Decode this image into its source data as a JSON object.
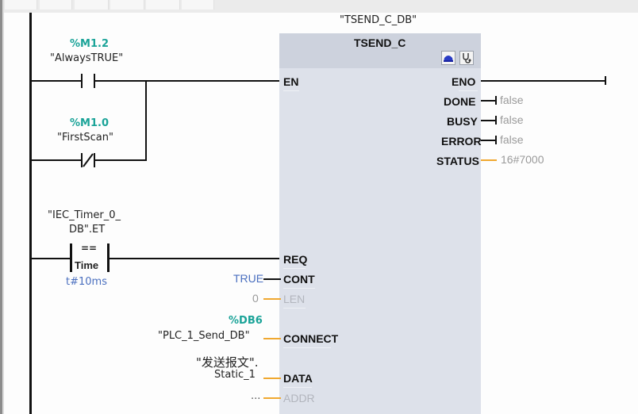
{
  "editor": {
    "toolbar_tabs": [
      "",
      "",
      "",
      "",
      "",
      ""
    ]
  },
  "network": {
    "contact_always_true": {
      "address": "%M1.2",
      "symbol": "\"AlwaysTRUE\"",
      "type": "normally-open"
    },
    "contact_first_scan": {
      "address": "%M1.0",
      "symbol": "\"FirstScan\"",
      "type": "normally-closed"
    },
    "comparator": {
      "operand1_line1": "\"IEC_Timer_0_",
      "operand1_line2": "DB\".ET",
      "operator": "==",
      "datatype": "Time",
      "operand2": "t#10ms"
    },
    "block": {
      "instance_db": "\"TSEND_C_DB\"",
      "name": "TSEND_C",
      "inputs": [
        {
          "pin": "EN",
          "value": ""
        },
        {
          "pin": "REQ",
          "value": ""
        },
        {
          "pin": "CONT",
          "value": "TRUE"
        },
        {
          "pin": "LEN",
          "value": "0"
        },
        {
          "pin": "CONNECT",
          "address": "%DB6",
          "value": "\"PLC_1_Send_DB\""
        },
        {
          "pin": "DATA",
          "value_line1": "\"发送报文\".",
          "value_line2": "Static_1"
        },
        {
          "pin": "ADDR",
          "value": "..."
        }
      ],
      "outputs": [
        {
          "pin": "ENO",
          "value": ""
        },
        {
          "pin": "DONE",
          "value": "false"
        },
        {
          "pin": "BUSY",
          "value": "false"
        },
        {
          "pin": "ERROR",
          "value": "false"
        },
        {
          "pin": "STATUS",
          "value": "16#7000"
        }
      ]
    }
  },
  "colors": {
    "address": "#1aa398",
    "constant": "#4a6fbf",
    "status_value": "#9a9a9a",
    "optional_wire": "#f0a830",
    "block_body": "#dde1ea",
    "block_header": "#cdd2dd"
  }
}
